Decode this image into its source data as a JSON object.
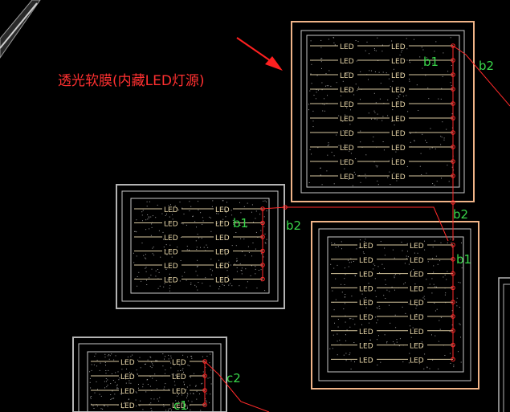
{
  "annotation": {
    "text": "透光软膜(内藏LED灯源)"
  },
  "led_label": "LED",
  "colors": {
    "background": "#000000",
    "panel_highlight": "#f0b488",
    "panel_normal": "#b4b4b4",
    "inner_frame": "#c8c8c8",
    "led_text": "#e8d6a8",
    "wire": "#ff2a2a",
    "circuit_label": "#39d64a",
    "arrow": "#ff2020"
  },
  "circuit_labels": {
    "panel_top_right": [
      "b1",
      "b2"
    ],
    "panel_mid_left": [
      "b1",
      "b2"
    ],
    "panel_mid_right": [
      "b2",
      "b1"
    ],
    "panel_bottom_left": [
      "c2",
      "c1"
    ]
  },
  "panels": [
    {
      "id": "panel_top_right",
      "style": "highlight",
      "rows": 10
    },
    {
      "id": "panel_mid_left",
      "style": "normal",
      "rows": 6
    },
    {
      "id": "panel_mid_right",
      "style": "highlight",
      "rows": 9
    },
    {
      "id": "panel_bottom_left",
      "style": "normal",
      "rows": 4
    }
  ]
}
